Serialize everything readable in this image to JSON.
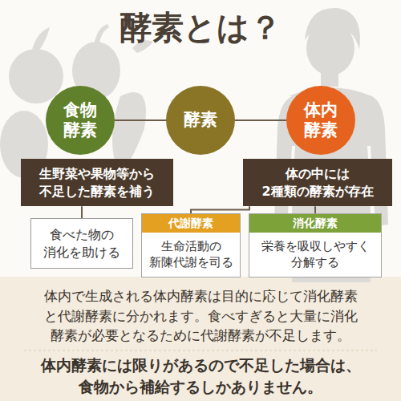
{
  "diagram": {
    "title": "酵素とは？",
    "nodes": [
      {
        "text": [
          "食物 酵素"
        ]
      },
      {
        "text": [
          "酵素"
        ]
      },
      {
        "text": [
          "体内 酵素"
        ]
      },
      {
        "text": [
          "生野菜や果物等から 不足した酵素を補う"
        ]
      },
      {
        "text": [
          "体の中には 2種類の酵素が存在"
        ]
      },
      {
        "text": [
          "食べた物の 消化を助ける"
        ]
      },
      {
        "text": [
          "代謝酵素",
          "生命活動の 新陳代謝を司る"
        ]
      },
      {
        "text": [
          "消化酵素",
          "栄養を吸収しやすく 分解する"
        ]
      }
    ],
    "edges": [
      {
        "from": 0,
        "to": 1,
        "arrow": "none"
      },
      {
        "from": 1,
        "to": 2,
        "arrow": "none"
      },
      {
        "from": 3,
        "to": 5,
        "arrow": "none"
      },
      {
        "from": 4,
        "to": 6,
        "arrow": "none"
      },
      {
        "from": 4,
        "to": 7,
        "arrow": "none"
      }
    ],
    "labels": [
      "体内で生成される体内酵素は目的に応じて消化酵素 と代謝酵素に分かれます。食べすぎると大量に消化 酵素が必要となるために代謝酵素が不足します。",
      "体内酵素には限りがあるので不足した場合は、 食物から補給するしかありません。"
    ]
  }
}
